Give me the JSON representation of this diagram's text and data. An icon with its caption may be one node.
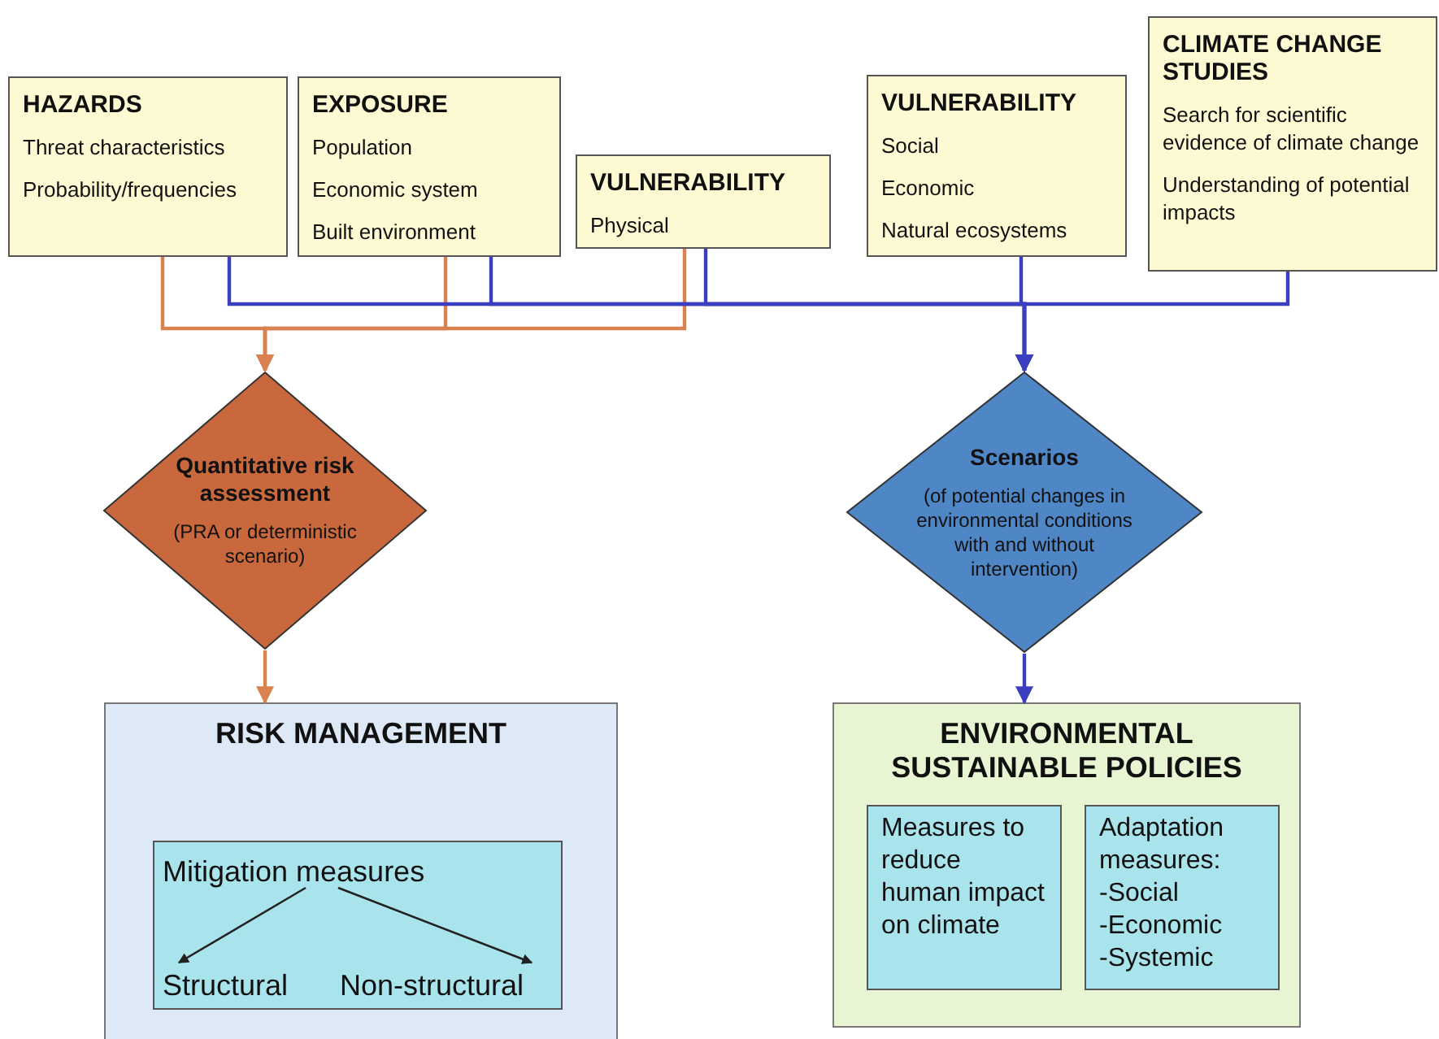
{
  "diagram": {
    "nodes": [
      {
        "text": [
          "HAZARDS",
          "Threat characteristics",
          "Probability/frequencies"
        ]
      },
      {
        "text": [
          "EXPOSURE",
          "Population",
          "Economic system",
          "Built environment"
        ]
      },
      {
        "text": [
          "VULNERABILITY",
          "Physical"
        ]
      },
      {
        "text": [
          "VULNERABILITY",
          "Social",
          "Economic",
          "Natural ecosystems"
        ]
      },
      {
        "text": [
          "CLIMATE CHANGE STUDIES",
          "Search for scientific evidence of climate change",
          "Understanding of potential impacts"
        ]
      },
      {
        "text": [
          "Quantitative risk assessment",
          "(PRA or deterministic scenario)"
        ]
      },
      {
        "text": [
          "Scenarios",
          "(of potential changes in environmental conditions with and without intervention)"
        ]
      },
      {
        "text": [
          "RISK MANAGEMENT"
        ]
      },
      {
        "text": [],
        "shape": "box",
        "in": 7
      },
      {
        "text": [
          "Mitigation measures"
        ],
        "in": 8
      },
      {
        "text": [
          "Structural"
        ],
        "in": 8
      },
      {
        "text": [
          "Non-structural"
        ],
        "in": 8
      },
      {
        "text": [
          "ENVIRONMENTAL SUSTAINABLE POLICIES"
        ]
      },
      {
        "text": [
          "Measures to reduce human impact on climate"
        ],
        "in": 12
      },
      {
        "text": [
          "Adaptation measures: -Social -Economic -Systemic"
        ],
        "in": 12
      }
    ],
    "edges": [
      {
        "from": 0,
        "to": 5,
        "arrow": "to",
        "color": "#d9814f"
      },
      {
        "from": 1,
        "to": 5,
        "arrow": "to",
        "color": "#d9814f"
      },
      {
        "from": 2,
        "to": 5,
        "arrow": "to",
        "color": "#d9814f"
      },
      {
        "from": 0,
        "to": 6,
        "arrow": "to"
      },
      {
        "from": 1,
        "to": 6,
        "arrow": "to"
      },
      {
        "from": 2,
        "to": 6,
        "arrow": "to"
      },
      {
        "from": 3,
        "to": 6,
        "arrow": "to"
      },
      {
        "from": 4,
        "to": 6,
        "arrow": "to"
      },
      {
        "from": 5,
        "to": 7,
        "arrow": "to",
        "color": "#d9814f"
      },
      {
        "from": 6,
        "to": 12,
        "arrow": "to"
      },
      {
        "from": 9,
        "to": 10,
        "arrow": "to",
        "color": "#222222"
      },
      {
        "from": 9,
        "to": 11,
        "arrow": "to",
        "color": "#222222"
      }
    ]
  }
}
